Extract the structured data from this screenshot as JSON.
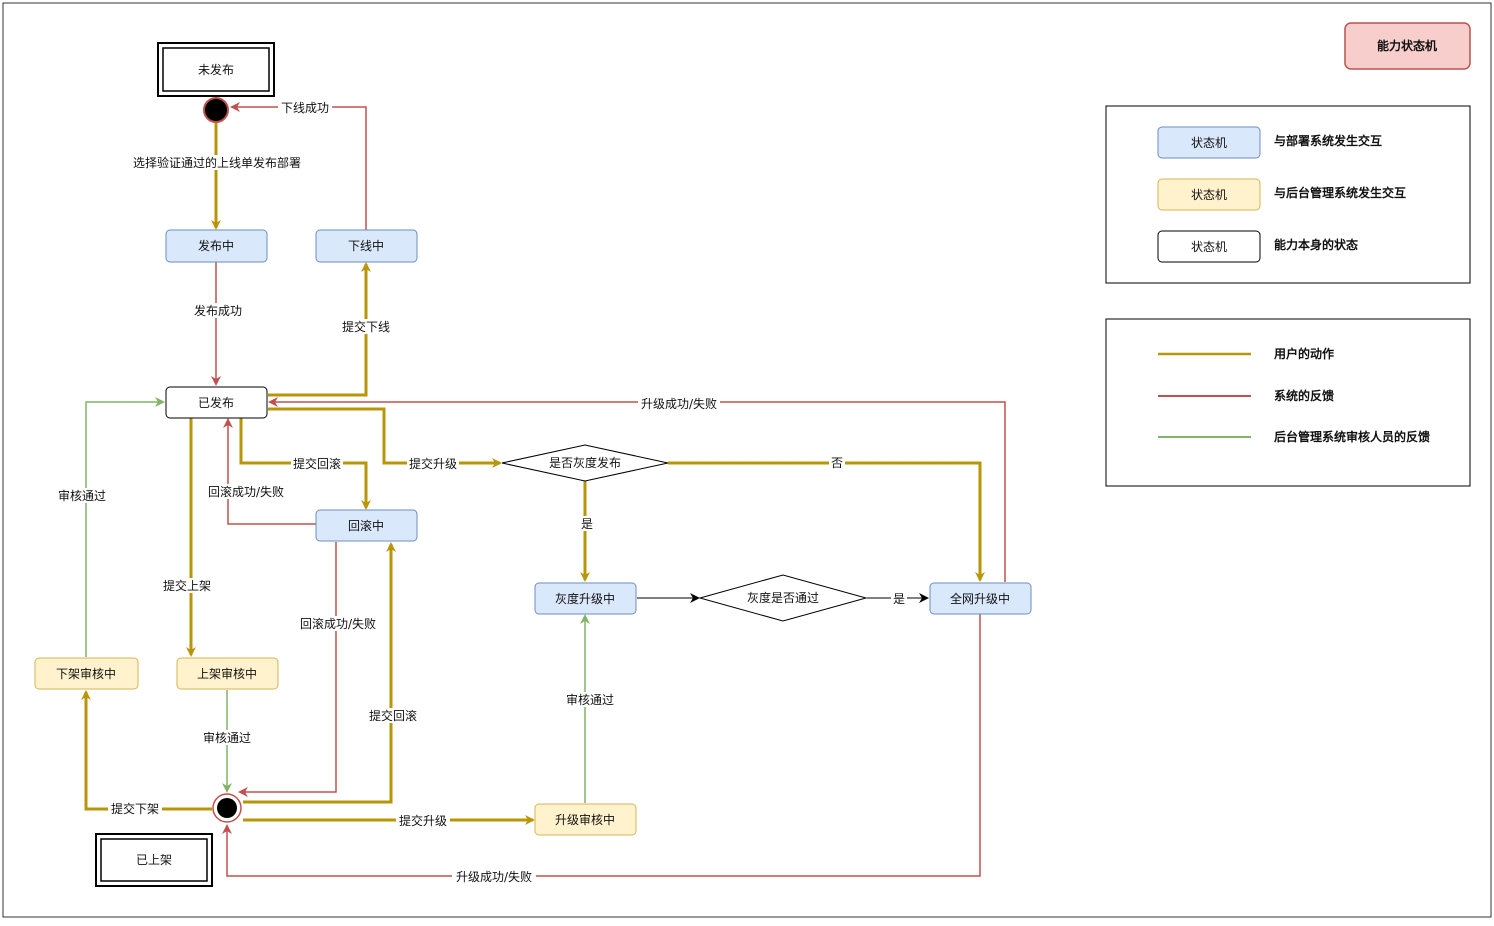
{
  "title": "能力状态机",
  "nodes": {
    "unpublished": "未发布",
    "publishing": "发布中",
    "offlining": "下线中",
    "published": "已发布",
    "rollbacking": "回滚中",
    "delist_review": "下架审核中",
    "list_review": "上架审核中",
    "gray_upgrading": "灰度升级中",
    "full_upgrading": "全网升级中",
    "upgrade_review": "升级审核中",
    "listed": "已上架",
    "decision_gray_publish": "是否灰度发布",
    "decision_gray_pass": "灰度是否通过"
  },
  "edge_labels": {
    "select_and_deploy": "选择验证通过的上线单发布部署",
    "offline_success": "下线成功",
    "publish_success": "发布成功",
    "submit_offline": "提交下线",
    "upgrade_success_fail_top": "升级成功/失败",
    "submit_rollback_top": "提交回滚",
    "submit_upgrade_top": "提交升级",
    "no": "否",
    "yes_gray": "是",
    "yes_full": "是",
    "review_pass_left": "审核通过",
    "rollback_success_fail_top": "回滚成功/失败",
    "submit_list": "提交上架",
    "rollback_success_fail_bottom": "回滚成功/失败",
    "submit_rollback_bottom": "提交回滚",
    "review_pass_list": "审核通过",
    "review_pass_upgrade": "审核通过",
    "submit_delist": "提交下架",
    "submit_upgrade_bottom": "提交升级",
    "upgrade_success_fail_bottom": "升级成功/失败"
  },
  "legend_states": [
    {
      "box": "状态机",
      "desc": "与部署系统发生交互",
      "color": "#dae8fc"
    },
    {
      "box": "状态机",
      "desc": "与后台管理系统发生交互",
      "color": "#fff2cc"
    },
    {
      "box": "状态机",
      "desc": "能力本身的状态",
      "color": "#ffffff"
    }
  ],
  "legend_lines": [
    {
      "desc": "用户的动作",
      "color": "#b8960a"
    },
    {
      "desc": "系统的反馈",
      "color": "#c0504d"
    },
    {
      "desc": "后台管理系统审核人员的反馈",
      "color": "#82b366"
    }
  ],
  "colors": {
    "user_action": "#b8960a",
    "system_feedback": "#c0504d",
    "review_feedback": "#82b366",
    "blue_fill": "#dae8fc",
    "blue_stroke": "#6c8ebf",
    "yellow_fill": "#fff2cc",
    "yellow_stroke": "#d6b656",
    "title_fill": "#f8cecc",
    "title_stroke": "#b85450"
  }
}
